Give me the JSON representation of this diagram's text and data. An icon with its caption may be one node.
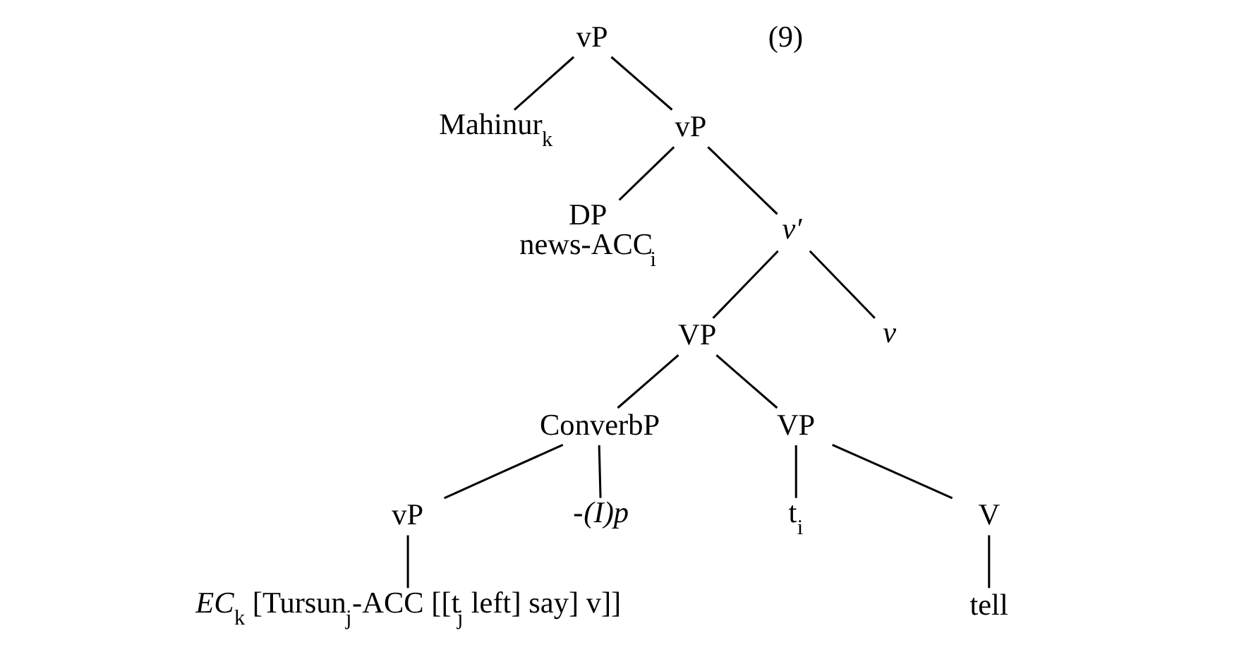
{
  "diagram": {
    "nodes": [
      {
        "text": [
          "vP"
        ]
      },
      {
        "text": [
          "Mahinur$_{k}$"
        ]
      },
      {
        "text": [
          "vP"
        ]
      },
      {
        "text": [
          "DP",
          "news-ACC$_{i}$"
        ]
      },
      {
        "text": [
          "*v*′"
        ]
      },
      {
        "text": [
          "VP"
        ]
      },
      {
        "text": [
          "*v*"
        ]
      },
      {
        "text": [
          "ConverbP"
        ]
      },
      {
        "text": [
          "VP"
        ]
      },
      {
        "text": [
          "vP"
        ]
      },
      {
        "text": [
          "-*(I)p*"
        ]
      },
      {
        "text": [
          "t$_{i}$"
        ]
      },
      {
        "text": [
          "V"
        ]
      },
      {
        "text": [
          "*EC*$_{k}$ [Tursun$_{j}$-ACC [[t$_{j}$ left] say] v]]"
        ]
      },
      {
        "text": [
          "tell"
        ]
      }
    ],
    "edges": [
      {
        "from": 0,
        "to": 1,
        "arrow": "none"
      },
      {
        "from": 0,
        "to": 2,
        "arrow": "none"
      },
      {
        "from": 2,
        "to": 3,
        "arrow": "none"
      },
      {
        "from": 2,
        "to": 4,
        "arrow": "none"
      },
      {
        "from": 4,
        "to": 5,
        "arrow": "none"
      },
      {
        "from": 4,
        "to": 6,
        "arrow": "none"
      },
      {
        "from": 5,
        "to": 7,
        "arrow": "none"
      },
      {
        "from": 5,
        "to": 8,
        "arrow": "none"
      },
      {
        "from": 7,
        "to": 9,
        "arrow": "none"
      },
      {
        "from": 7,
        "to": 10,
        "arrow": "none"
      },
      {
        "from": 8,
        "to": 11,
        "arrow": "none"
      },
      {
        "from": 8,
        "to": 12,
        "arrow": "none"
      },
      {
        "from": 9,
        "to": 13,
        "arrow": "none"
      },
      {
        "from": 12,
        "to": 14,
        "arrow": "none"
      }
    ],
    "labels": [
      "(9)"
    ]
  }
}
